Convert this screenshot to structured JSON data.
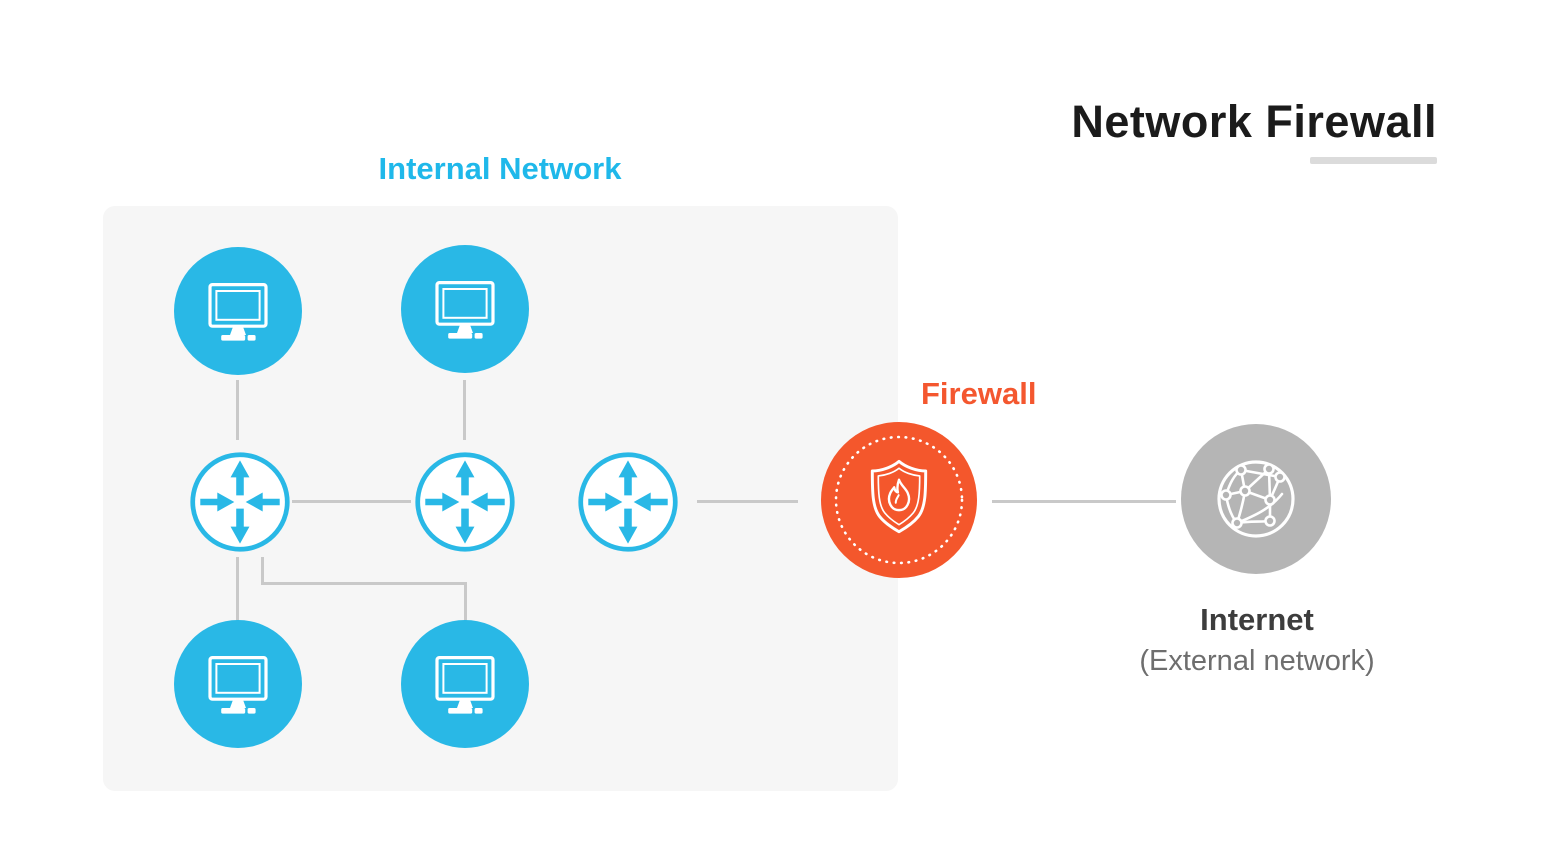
{
  "title": {
    "text": "Network Firewall"
  },
  "internal_network": {
    "label": "Internal Network"
  },
  "firewall": {
    "label": "Firewall"
  },
  "internet": {
    "label": "Internet",
    "sublabel": "(External network)"
  },
  "diagram": {
    "nodes": [
      {
        "id": "computer-top-left",
        "type": "computer",
        "icon": "monitor-icon"
      },
      {
        "id": "computer-top-middle",
        "type": "computer",
        "icon": "monitor-icon"
      },
      {
        "id": "computer-bottom-left",
        "type": "computer",
        "icon": "monitor-icon"
      },
      {
        "id": "computer-bottom-middle",
        "type": "computer",
        "icon": "monitor-icon"
      },
      {
        "id": "router-left",
        "type": "router",
        "icon": "router-arrows-icon"
      },
      {
        "id": "router-middle",
        "type": "router",
        "icon": "router-arrows-icon"
      },
      {
        "id": "router-right",
        "type": "router",
        "icon": "router-arrows-icon"
      },
      {
        "id": "firewall",
        "type": "firewall",
        "icon": "shield-flame-icon"
      },
      {
        "id": "internet",
        "type": "internet",
        "icon": "globe-network-icon"
      }
    ],
    "edges": [
      [
        "computer-top-left",
        "router-left"
      ],
      [
        "computer-top-middle",
        "router-middle"
      ],
      [
        "router-left",
        "router-middle"
      ],
      [
        "router-left",
        "computer-bottom-left"
      ],
      [
        "router-left",
        "computer-bottom-middle"
      ],
      [
        "router-right",
        "firewall"
      ],
      [
        "firewall",
        "internet"
      ]
    ]
  },
  "colors": {
    "cyan": "#29B8E6",
    "cyan_text": "#1FB8EA",
    "orange": "#F4572C",
    "orange_text": "#F4572F",
    "node_gray": "#B5B5B5",
    "panel_bg": "#F6F6F6",
    "line_gray": "#C9C9C9",
    "title_color": "#1B1B1B",
    "underline": "#DBDBDB",
    "internet_title": "#3D3D3D",
    "internet_sub": "#6E6E6E",
    "white": "#FFFFFF"
  }
}
